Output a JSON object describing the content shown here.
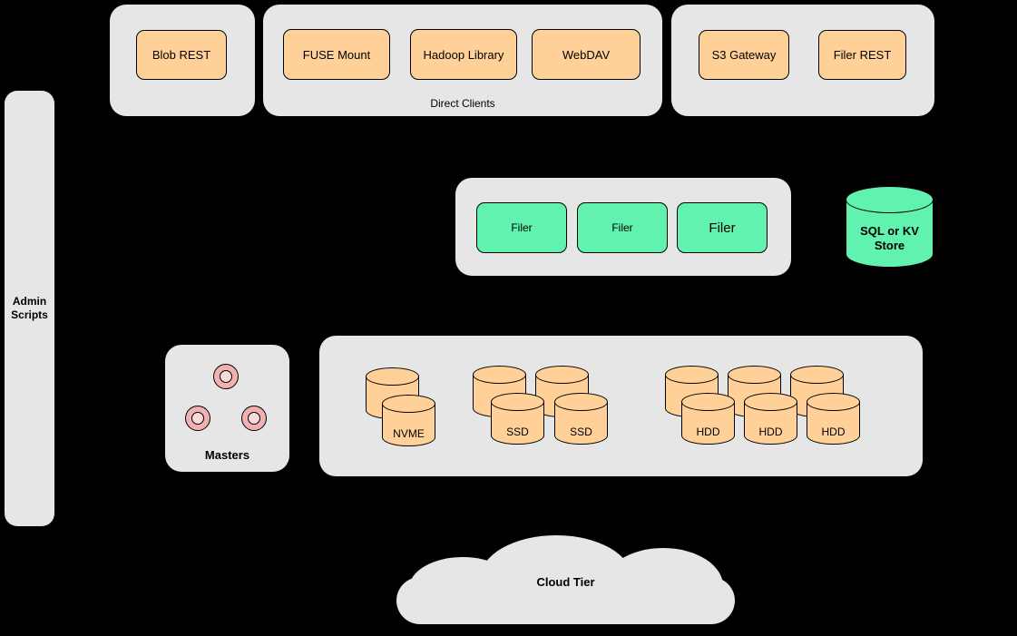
{
  "colors": {
    "background": "#000000",
    "panel_gray": "#e6e6e6",
    "node_orange": "#ffd199",
    "node_green": "#62f2b0",
    "master_pink_outer": "#f1b1b1",
    "master_pink_inner": "#fadada",
    "border": "#000000"
  },
  "diagram": {
    "groups": {
      "blob": {
        "buttons": [
          {
            "label": "Blob REST"
          }
        ]
      },
      "direct_clients": {
        "caption": "Direct Clients",
        "buttons": [
          {
            "label": "FUSE Mount"
          },
          {
            "label": "Hadoop Library"
          },
          {
            "label": "WebDAV"
          }
        ]
      },
      "gateways": {
        "buttons": [
          {
            "label": "S3 Gateway"
          },
          {
            "label": "Filer REST"
          }
        ]
      }
    },
    "admin": {
      "label": "Admin\nScripts"
    },
    "filers": {
      "buttons": [
        {
          "label": "Filer"
        },
        {
          "label": "Filer"
        },
        {
          "label": "Filer"
        }
      ]
    },
    "store": {
      "label": "SQL or KV\nStore"
    },
    "masters": {
      "label": "Masters"
    },
    "volumes": {
      "cylinders": [
        {
          "label": "NVME"
        },
        {
          "label": "SSD"
        },
        {
          "label": "SSD"
        },
        {
          "label": "HDD"
        },
        {
          "label": "HDD"
        },
        {
          "label": "HDD"
        }
      ]
    },
    "cloud": {
      "label": "Cloud Tier"
    }
  }
}
